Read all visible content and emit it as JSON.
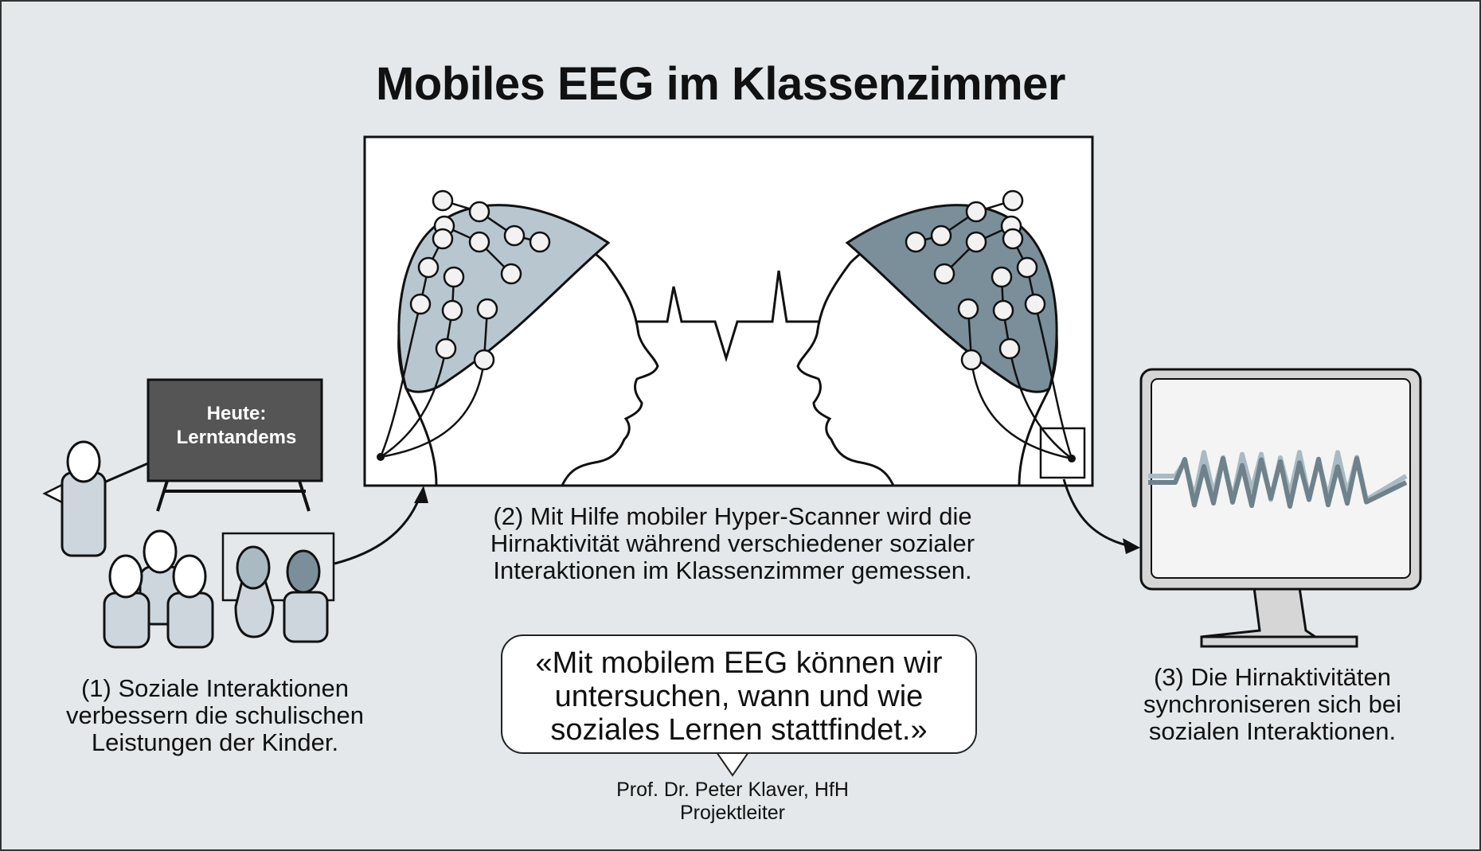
{
  "title": "Mobiles EEG im Klassenzimmer",
  "board_text": [
    "Heute:",
    "Lerntandems"
  ],
  "step1_caption": [
    "(1) Soziale Interaktionen",
    "verbessern die schulischen",
    "Leistungen der Kinder."
  ],
  "step2_caption": [
    "(2) Mit Hilfe mobiler Hyper-Scanner wird die",
    "Hirnaktivität während verschiedener sozialer",
    "Interaktionen im Klassenzimmer gemessen."
  ],
  "step3_caption": [
    "(3) Die Hirnaktivitäten",
    "synchroniseren sich bei",
    "sozialen Interaktionen."
  ],
  "quote": [
    "«Mit mobilem EEG können wir",
    "untersuchen, wann und wie",
    "soziales Lernen stattfindet.»"
  ],
  "attribution": [
    "Prof. Dr. Peter Klaver, HfH",
    "Projektleiter"
  ],
  "colors": {
    "background": "#e4e8ea",
    "cap_light": "#b8c7cf",
    "cap_dark": "#7a8f9a",
    "figure_fill": "#cdd6dd",
    "board": "#555555",
    "wave_light": "#a9bac3",
    "wave_dark": "#6f828c"
  }
}
